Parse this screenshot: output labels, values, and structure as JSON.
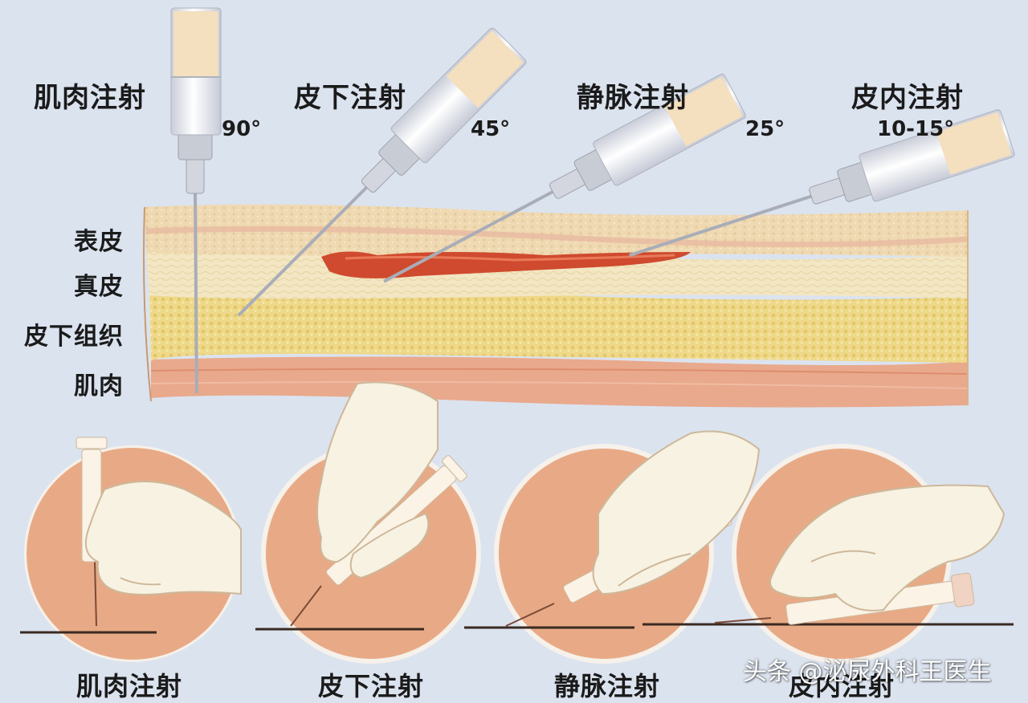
{
  "top_labels": {
    "intramuscular": "肌肉注射",
    "subcutaneous": "皮下注射",
    "intravenous": "静脉注射",
    "intradermal": "皮内注射"
  },
  "angles": {
    "intramuscular": "90°",
    "subcutaneous": "45°",
    "intravenous": "25°",
    "intradermal": "10-15°"
  },
  "layers": {
    "epidermis": "表皮",
    "dermis": "真皮",
    "subcutaneous_tissue": "皮下组织",
    "muscle": "肌肉"
  },
  "bottom_labels": {
    "intramuscular": "肌肉注射",
    "subcutaneous": "皮下注射",
    "intravenous": "静脉注射",
    "intradermal": "皮内注射"
  },
  "watermark": "头条 @泌尿外科王医生",
  "colors": {
    "background": "#dbe3ef",
    "epidermis": "#efd9b2",
    "dermis": "#f3e6c2",
    "subcutaneous_fat": "#eed889",
    "muscle": "#e9a98c",
    "vein": "#cf4a2e",
    "circle": "#e8aa86",
    "glove": "#f8f2e2"
  }
}
